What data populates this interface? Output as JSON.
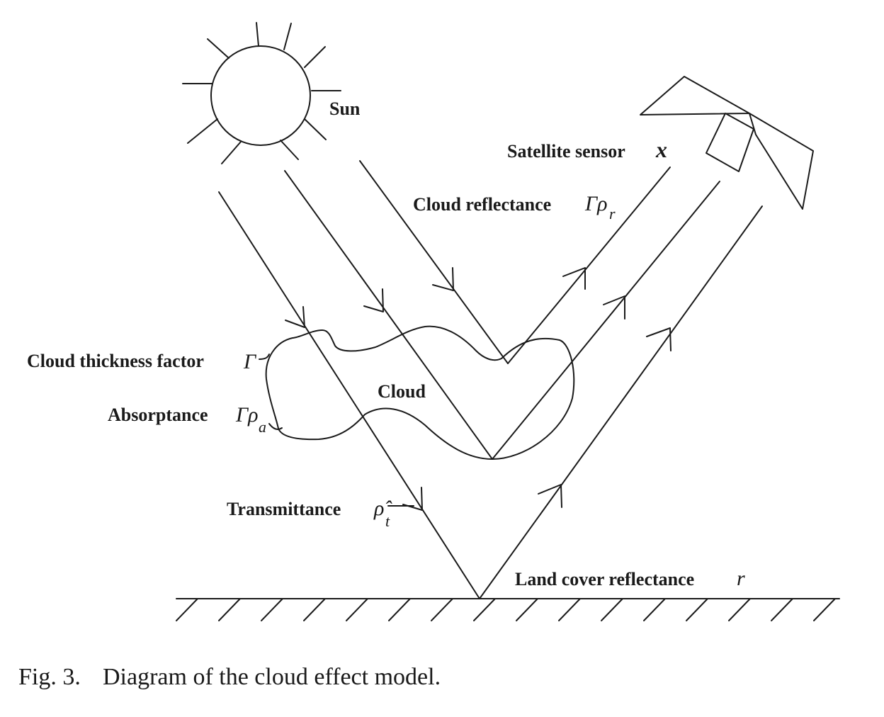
{
  "labels": {
    "sun": "Sun",
    "satellite": "Satellite sensor",
    "satellite_symbol": "x",
    "cloud_reflectance": "Cloud reflectance",
    "cloud_reflectance_symbol": "Γρ",
    "cloud_reflectance_sub": "r",
    "cloud_thickness": "Cloud thickness factor",
    "cloud_thickness_symbol": "Γ",
    "cloud": "Cloud",
    "absorptance": "Absorptance",
    "absorptance_symbol": "Γρ",
    "absorptance_sub": "a",
    "transmittance": "Transmittance",
    "transmittance_symbol": "ρ̂",
    "transmittance_sub": "t",
    "land_cover": "Land cover reflectance",
    "land_cover_symbol": "r"
  },
  "caption": {
    "figure": "Fig. 3.",
    "text": "Diagram of the cloud effect model."
  }
}
